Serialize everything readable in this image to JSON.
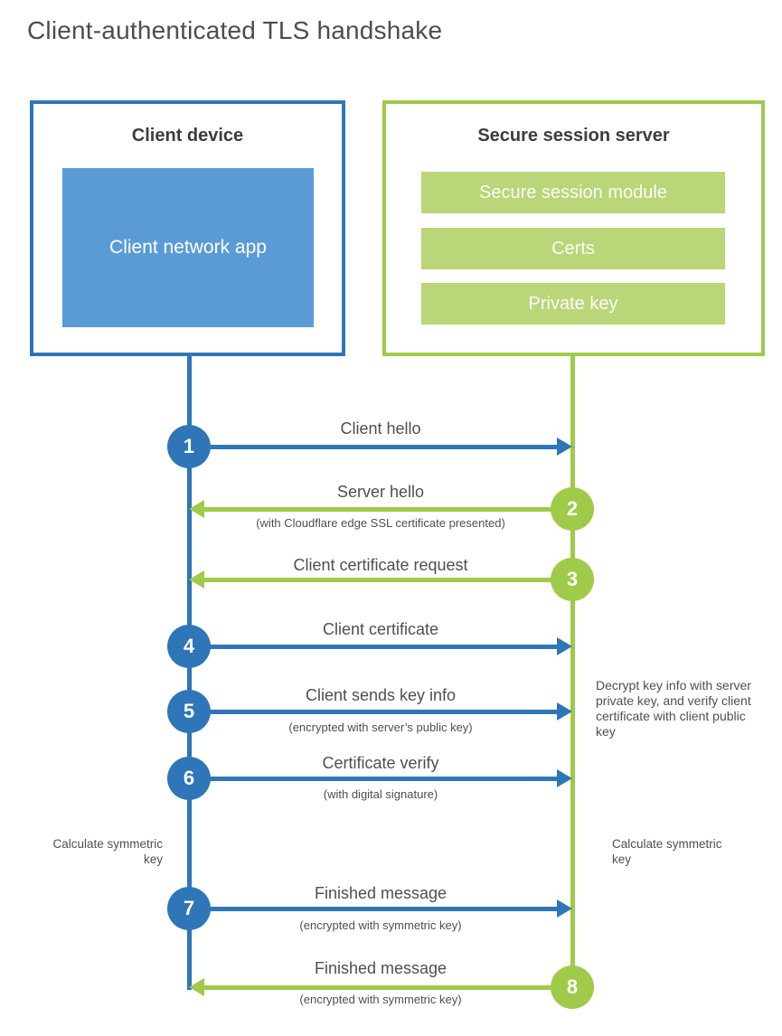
{
  "title": "Client-authenticated TLS handshake",
  "client": {
    "title": "Client device",
    "app_label": "Client network app"
  },
  "server": {
    "title": "Secure session server",
    "modules": [
      "Secure session module",
      "Certs",
      "Private key"
    ]
  },
  "steps": [
    {
      "num": "1",
      "from": "client",
      "to": "server",
      "direction": "right",
      "label": "Client hello",
      "sub": ""
    },
    {
      "num": "2",
      "from": "server",
      "to": "client",
      "direction": "left",
      "label": "Server hello",
      "sub": "(with Cloudflare edge SSL certificate presented)"
    },
    {
      "num": "3",
      "from": "server",
      "to": "client",
      "direction": "left",
      "label": "Client certificate request",
      "sub": ""
    },
    {
      "num": "4",
      "from": "client",
      "to": "server",
      "direction": "right",
      "label": "Client certificate",
      "sub": ""
    },
    {
      "num": "5",
      "from": "client",
      "to": "server",
      "direction": "right",
      "label": "Client sends key info",
      "sub": "(encrypted with server’s public key)"
    },
    {
      "num": "6",
      "from": "client",
      "to": "server",
      "direction": "right",
      "label": "Certificate verify",
      "sub": "(with digital signature)"
    },
    {
      "num": "7",
      "from": "client",
      "to": "server",
      "direction": "right",
      "label": "Finished message",
      "sub": "(encrypted with symmetric key)"
    },
    {
      "num": "8",
      "from": "server",
      "to": "client",
      "direction": "left",
      "label": "Finished message",
      "sub": "(encrypted with symmetric key)"
    }
  ],
  "annotations": {
    "server_side_note": "Decrypt key info with server private key, and verify client certificate with client public key",
    "calculate_left": "Calculate symmetric key",
    "calculate_right": "Calculate symmetric key"
  },
  "colors": {
    "client_blue": "#2e76b8",
    "client_fill_blue": "#5b9bd5",
    "server_green": "#9fca4a",
    "server_fill_green": "#b9d678"
  }
}
